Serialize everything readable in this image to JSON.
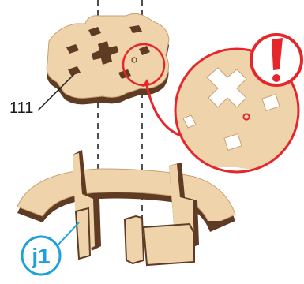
{
  "part_label": "111",
  "step_badge": "j1",
  "colors": {
    "wood_face": "#efd3ab",
    "wood_edge": "#5e3b22",
    "wood_side": "#b98a5c",
    "alert_red": "#e5262a",
    "step_blue": "#1ea0dc"
  },
  "icons": [
    "exclamation-icon",
    "magnifier-callout"
  ]
}
